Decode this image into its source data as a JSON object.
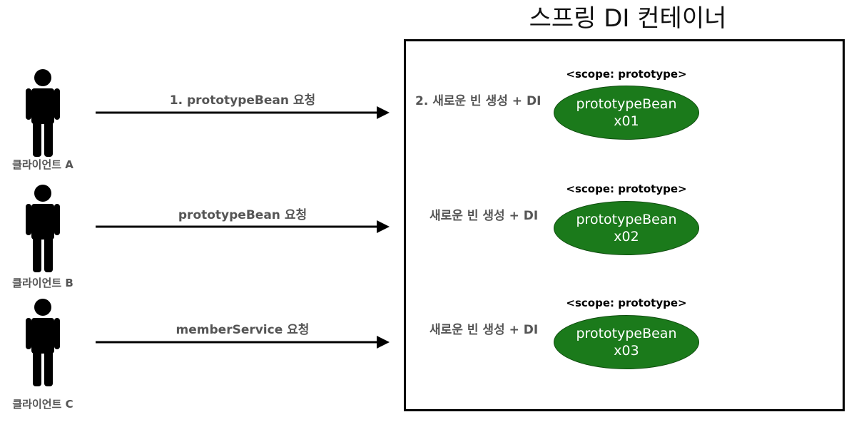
{
  "title": "스프링 DI 컨테이너",
  "clients": [
    {
      "label": "클라이언트 A",
      "request": "1. prototypeBean 요청",
      "action": "2. 새로운 빈 생성 + DI",
      "scope": "<scope: prototype>",
      "bean_name": "prototypeBean",
      "bean_id": "x01"
    },
    {
      "label": "클라이언트 B",
      "request": "prototypeBean 요청",
      "action": "새로운 빈 생성 + DI",
      "scope": "<scope: prototype>",
      "bean_name": "prototypeBean",
      "bean_id": "x02"
    },
    {
      "label": "클라이언트 C",
      "request": "memberService 요청",
      "action": "새로운 빈 생성 + DI",
      "scope": "<scope: prototype>",
      "bean_name": "prototypeBean",
      "bean_id": "x03"
    }
  ],
  "colors": {
    "bean_fill": "#1b7a1b",
    "label_gray": "#555555",
    "stroke": "#000000"
  }
}
